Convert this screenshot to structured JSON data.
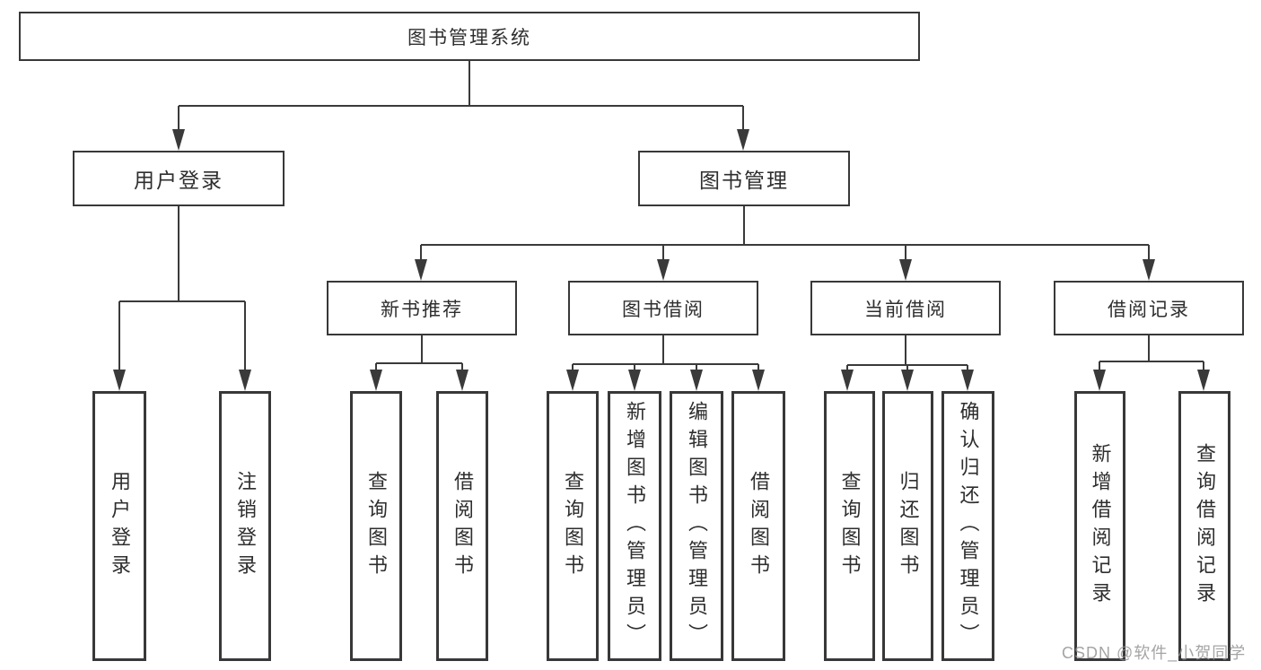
{
  "nodes": {
    "root": {
      "label": "图书管理系统"
    },
    "user_login": {
      "label": "用户登录"
    },
    "book_mgmt": {
      "label": "图书管理"
    },
    "new_books": {
      "label": "新书推荐"
    },
    "book_borrow": {
      "label": "图书借阅"
    },
    "current_borrow": {
      "label": "当前借阅"
    },
    "borrow_records": {
      "label": "借阅记录"
    },
    "leaf_user_login": {
      "label": "用户登录"
    },
    "leaf_logout": {
      "label": "注销登录"
    },
    "leaf_nb_query": {
      "label": "查询图书"
    },
    "leaf_nb_borrow": {
      "label": "借阅图书"
    },
    "leaf_bb_query": {
      "label": "查询图书"
    },
    "leaf_bb_add": {
      "label": "新增图书（管理员）"
    },
    "leaf_bb_edit": {
      "label": "编辑图书（管理员）"
    },
    "leaf_bb_borrow": {
      "label": "借阅图书"
    },
    "leaf_cb_query": {
      "label": "查询图书"
    },
    "leaf_cb_return": {
      "label": "归还图书"
    },
    "leaf_cb_confirm": {
      "label": "确认归还（管理员）"
    },
    "leaf_br_add": {
      "label": "新增借阅记录"
    },
    "leaf_br_query": {
      "label": "查询借阅记录"
    }
  },
  "watermark": {
    "text": "CSDN @软件_小贺同学"
  },
  "colors": {
    "line": "#3a3a3a",
    "border": "#383838",
    "text": "#2e2e2e",
    "watermark": "#949494",
    "background": "#ffffff"
  }
}
